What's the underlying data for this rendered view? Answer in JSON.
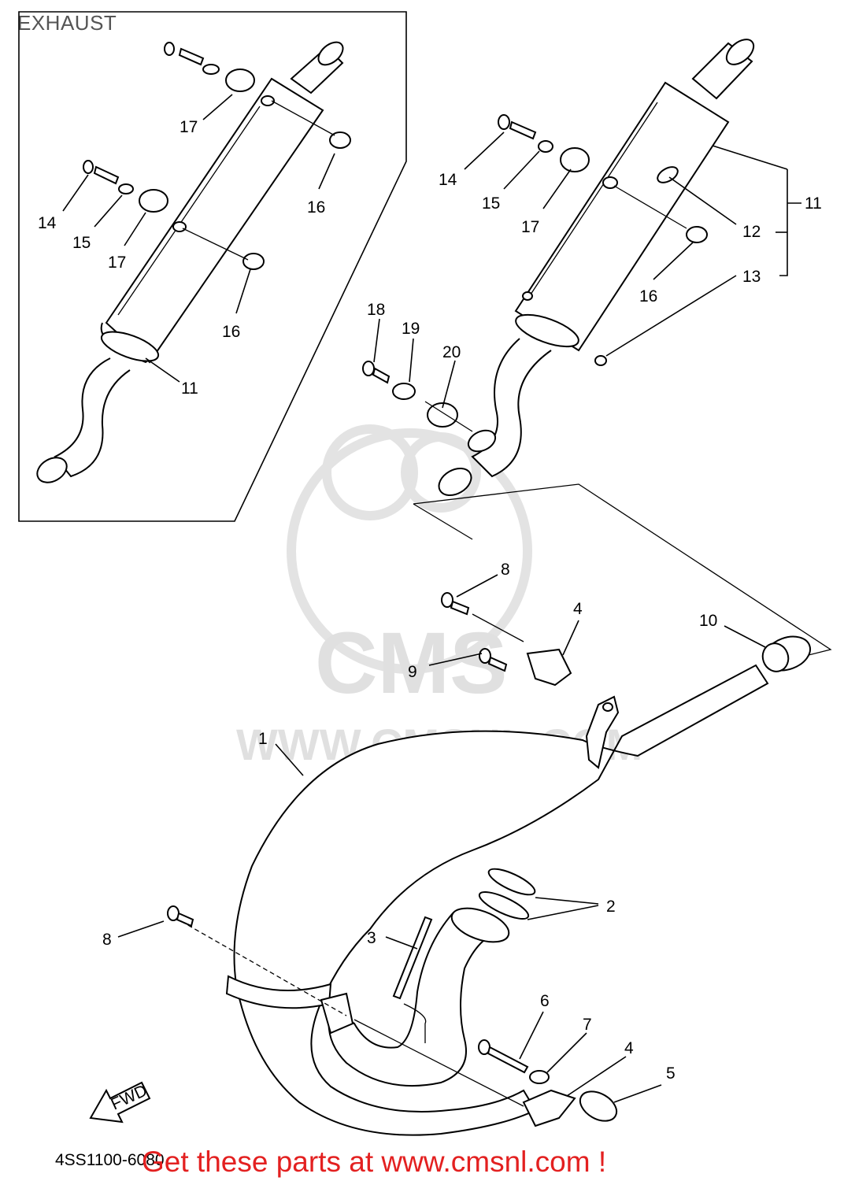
{
  "page_title": "EXHAUST",
  "diagram_code": "4SS1100-6080",
  "cta_text": "Get these parts at www.cmsnl.com !",
  "watermark": {
    "logo": "CMS",
    "url": "WWW.CMSNL.COM"
  },
  "fwd_label": "FWD",
  "callouts": {
    "c1": "1",
    "c2": "2",
    "c3": "3",
    "c4a": "4",
    "c4b": "4",
    "c5": "5",
    "c6": "6",
    "c7": "7",
    "c8a": "8",
    "c8b": "8",
    "c9": "9",
    "c10": "10",
    "c11a": "11",
    "c11b": "11",
    "c12": "12",
    "c13": "13",
    "c14a": "14",
    "c14b": "14",
    "c15a": "15",
    "c15b": "15",
    "c16a": "16",
    "c16b": "16",
    "c16c": "16",
    "c17a": "17",
    "c17b": "17",
    "c17c": "17",
    "c18": "18",
    "c19": "19",
    "c20": "20"
  },
  "colors": {
    "cta": "#e32020",
    "title": "#555555",
    "line": "#000000",
    "watermark": "#e0e0e0"
  }
}
